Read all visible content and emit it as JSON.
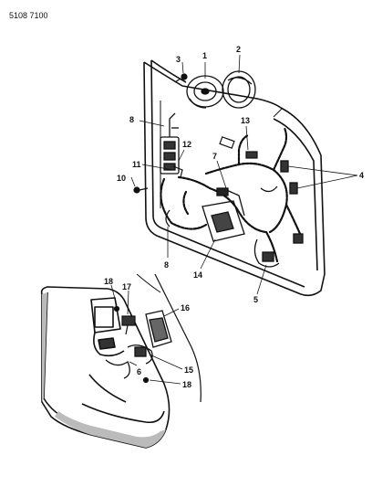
{
  "drawing_ref": "5108 7100",
  "callouts": [
    {
      "id": "callout-1",
      "text": "1"
    },
    {
      "id": "callout-2",
      "text": "2"
    },
    {
      "id": "callout-3",
      "text": "3"
    },
    {
      "id": "callout-8a",
      "text": "8"
    },
    {
      "id": "callout-13",
      "text": "13"
    },
    {
      "id": "callout-12",
      "text": "12"
    },
    {
      "id": "callout-11",
      "text": "11"
    },
    {
      "id": "callout-7",
      "text": "7"
    },
    {
      "id": "callout-4",
      "text": "4"
    },
    {
      "id": "callout-10",
      "text": "10"
    },
    {
      "id": "callout-8b",
      "text": "8"
    },
    {
      "id": "callout-14",
      "text": "14"
    },
    {
      "id": "callout-5",
      "text": "5"
    },
    {
      "id": "callout-18a",
      "text": "18"
    },
    {
      "id": "callout-17",
      "text": "17"
    },
    {
      "id": "callout-16",
      "text": "16"
    },
    {
      "id": "callout-15",
      "text": "15"
    },
    {
      "id": "callout-6",
      "text": "6"
    },
    {
      "id": "callout-18b",
      "text": "18"
    }
  ]
}
